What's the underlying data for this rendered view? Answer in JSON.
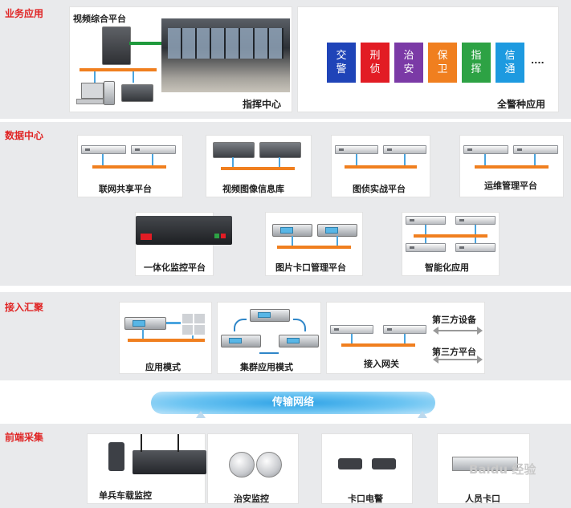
{
  "sections": {
    "business": "业务应用",
    "datacenter": "数据中心",
    "access": "接入汇聚",
    "frontend": "前端采集"
  },
  "business": {
    "video_platform": "视频综合平台",
    "command_center": "指挥中心",
    "police_apps": [
      "交警",
      "刑侦",
      "治安",
      "保卫",
      "指挥",
      "信通"
    ],
    "more": "....",
    "all_police_apps": "全警种应用",
    "colors": [
      "#1f44b8",
      "#e21c24",
      "#7b3aa6",
      "#f07f1f",
      "#2da244",
      "#1d9ae0"
    ]
  },
  "datacenter": {
    "items": [
      "联网共享平台",
      "视频图像信息库",
      "图侦实战平台",
      "运维管理平台",
      "一体化监控平台",
      "图片卡口管理平台",
      "智能化应用"
    ]
  },
  "access": {
    "app_mode": "应用模式",
    "cluster_mode": "集群应用模式",
    "gateway": "接入网关",
    "third_party_device": "第三方设备",
    "third_party_platform": "第三方平台"
  },
  "network": {
    "label": "传输网络"
  },
  "frontend": {
    "items": [
      "单兵车载监控",
      "治安监控",
      "卡口电警",
      "人员卡口"
    ]
  },
  "watermark": "Baidu 经验"
}
